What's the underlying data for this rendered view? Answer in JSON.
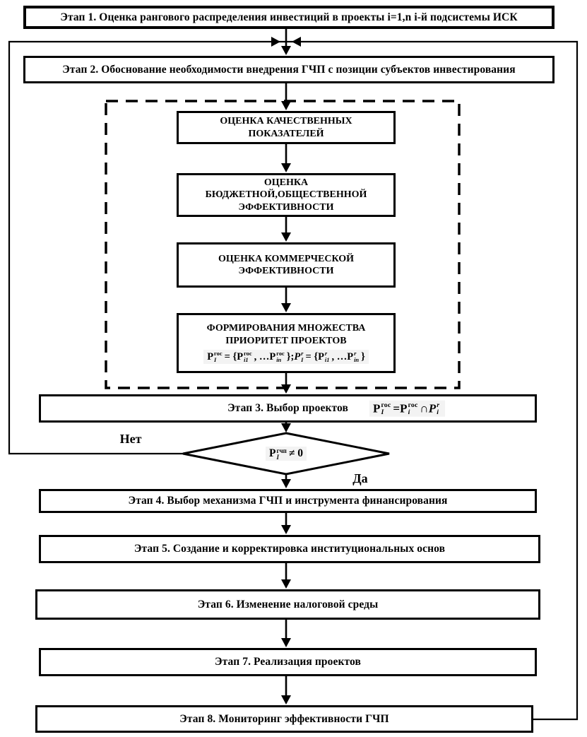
{
  "diagram": {
    "type": "flowchart",
    "language": "ru",
    "colors": {
      "line": "#000000",
      "box_background": "#ffffff",
      "formula_background": "#f3f3f3",
      "text": "#000000"
    }
  },
  "stages": [
    {
      "label": "Этап 1. Оценка рангового распределения инвестиций в проекты i=1,n  i-й подсистемы ИСК"
    },
    {
      "label": "Этап 2. Обоснование необходимости внедрения ГЧП с позиции субъектов инвестирования"
    },
    {
      "label": "Этап 3. Выбор проектов"
    },
    {
      "label": "Этап 4. Выбор механизма ГЧП и инструмента финансирования"
    },
    {
      "label": "Этап 5. Создание и корректировка институциональных основ"
    },
    {
      "label": "Этап 6. Изменение налоговой среды"
    },
    {
      "label": "Этап 7. Реализация проектов"
    },
    {
      "label": "Этап 8. Мониторинг эффективности ГЧП"
    }
  ],
  "evaluation_group": {
    "boxes": [
      {
        "label": "ОЦЕНКА КАЧЕСТВЕННЫХ\nПОКАЗАТЕЛЕЙ"
      },
      {
        "label": "ОЦЕНКА\nБЮДЖЕТНОЙ,ОБЩЕСТВЕННОЙ\nЭФФЕКТИВНОСТИ"
      },
      {
        "label": "ОЦЕНКА КОММЕРЧЕСКОЙ\nЭФФЕКТИВНОСТИ"
      },
      {
        "label": "ФОРМИРОВАНИЯ МНОЖЕСТВА\nПРИОРИТЕТ ПРОЕКТОВ"
      }
    ],
    "priority_set_formula": [
      {
        "base": "P",
        "sup": "гос",
        "sub": "I"
      },
      {
        "text": " = {"
      },
      {
        "base": "P",
        "sup": "гос",
        "sub": "i1"
      },
      {
        "text": ", … "
      },
      {
        "base": "P",
        "sup": "гос",
        "sub": "in"
      },
      {
        "text": "}; "
      },
      {
        "base": "P",
        "sup": "r",
        "sub": "I",
        "baseItalic": true,
        "supItalic": true
      },
      {
        "text": " = {"
      },
      {
        "base": "P",
        "sup": "r",
        "sub": "i1",
        "supItalic": true
      },
      {
        "text": ", … "
      },
      {
        "base": "P",
        "sup": "r",
        "sub": "in",
        "supItalic": true
      },
      {
        "text": "}"
      }
    ]
  },
  "selection_formula": [
    {
      "base": "P",
      "sup": "гос",
      "sub": "I"
    },
    {
      "text": " = "
    },
    {
      "base": "P",
      "sup": "гос",
      "sub": "i"
    },
    {
      "text": " ∩ "
    },
    {
      "base": "P",
      "sup": "r",
      "sub": "i",
      "baseItalic": true,
      "supItalic": true
    }
  ],
  "decision": {
    "condition": [
      {
        "base": "P",
        "sup": "гчп",
        "sub": "I"
      },
      {
        "text": " ≠ 0"
      }
    ],
    "no_label": "Нет",
    "yes_label": "Да"
  }
}
